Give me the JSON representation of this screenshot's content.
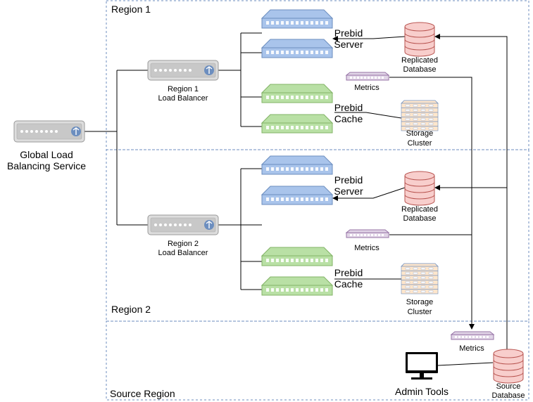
{
  "regions": {
    "region1": "Region 1",
    "region2": "Region 2",
    "source": "Source Region"
  },
  "global_lb": {
    "label_line1": "Global Load",
    "label_line2": "Balancing Service"
  },
  "region1": {
    "lb_line1": "Region 1",
    "lb_line2": "Load Balancer",
    "prebid_server_line1": "Prebid",
    "prebid_server_line2": "Server",
    "prebid_cache_line1": "Prebid",
    "prebid_cache_line2": "Cache",
    "replicated_db_line1": "Replicated",
    "replicated_db_line2": "Database",
    "metrics": "Metrics",
    "storage_line1": "Storage",
    "storage_line2": "Cluster"
  },
  "region2": {
    "lb_line1": "Region 2",
    "lb_line2": "Load Balancer",
    "prebid_server_line1": "Prebid",
    "prebid_server_line2": "Server",
    "prebid_cache_line1": "Prebid",
    "prebid_cache_line2": "Cache",
    "replicated_db_line1": "Replicated",
    "replicated_db_line2": "Database",
    "metrics": "Metrics",
    "storage_line1": "Storage",
    "storage_line2": "Cluster"
  },
  "source": {
    "metrics": "Metrics",
    "admin_tools": "Admin Tools",
    "source_db_line1": "Source",
    "source_db_line2": "Database"
  },
  "colors": {
    "server_blue_fill": "#a9c4eb",
    "server_blue_stroke": "#6c8ebf",
    "cache_green_fill": "#b9e0a5",
    "cache_green_stroke": "#82b366",
    "db_red_fill": "#f8cecc",
    "db_red_stroke": "#b85450",
    "metrics_purple_fill": "#e1d5e7",
    "metrics_purple_stroke": "#9673a6",
    "lb_gray_fill": "#dddddd",
    "lb_gray_stroke": "#999999",
    "storage_fill": "#ffe6cc",
    "storage_stroke": "#6c8ebf"
  },
  "icons": [
    "load-balancer-icon",
    "server-rack-icon",
    "database-icon",
    "metrics-icon",
    "storage-cluster-icon",
    "monitor-icon"
  ]
}
